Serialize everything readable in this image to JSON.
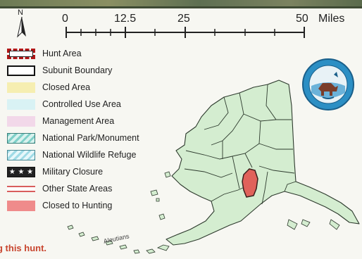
{
  "north_arrow": {
    "label": "N",
    "icon": "north-arrow-icon"
  },
  "scale_bar": {
    "ticks": [
      "0",
      "12.5",
      "25",
      "50"
    ],
    "unit": "Miles"
  },
  "legend": [
    {
      "label": "Hunt Area",
      "swatch": "hunt-area"
    },
    {
      "label": "Subunit Boundary",
      "swatch": "subunit-boundary"
    },
    {
      "label": "Closed Area",
      "swatch": "closed-area",
      "color": "#f6eeb1"
    },
    {
      "label": "Controlled Use Area",
      "swatch": "controlled-use-area",
      "color": "#d9f2f4"
    },
    {
      "label": "Management Area",
      "swatch": "management-area",
      "color": "#f2d8e9"
    },
    {
      "label": "National Park/Monument",
      "swatch": "national-park",
      "color": "#7fd0c8"
    },
    {
      "label": "National Wildlife Refuge",
      "swatch": "wildlife-refuge",
      "color": "#9fdbe6"
    },
    {
      "label": "Military Closure",
      "swatch": "military-closure",
      "color": "#222222"
    },
    {
      "label": "Other State Areas",
      "swatch": "other-state-areas",
      "color": "#d85d5d"
    },
    {
      "label": "Closed to Hunting",
      "swatch": "closed-to-hunting",
      "color": "#ef8b8b"
    }
  ],
  "map": {
    "land_color": "#d4edd0",
    "boundary_color": "#2d3a2d",
    "hunt_area_color": "#e0625a"
  },
  "badge": {
    "icon": "adfg-seal-icon"
  },
  "footer": {
    "text": "g this hunt."
  },
  "aleutian_label": "Aleutians"
}
